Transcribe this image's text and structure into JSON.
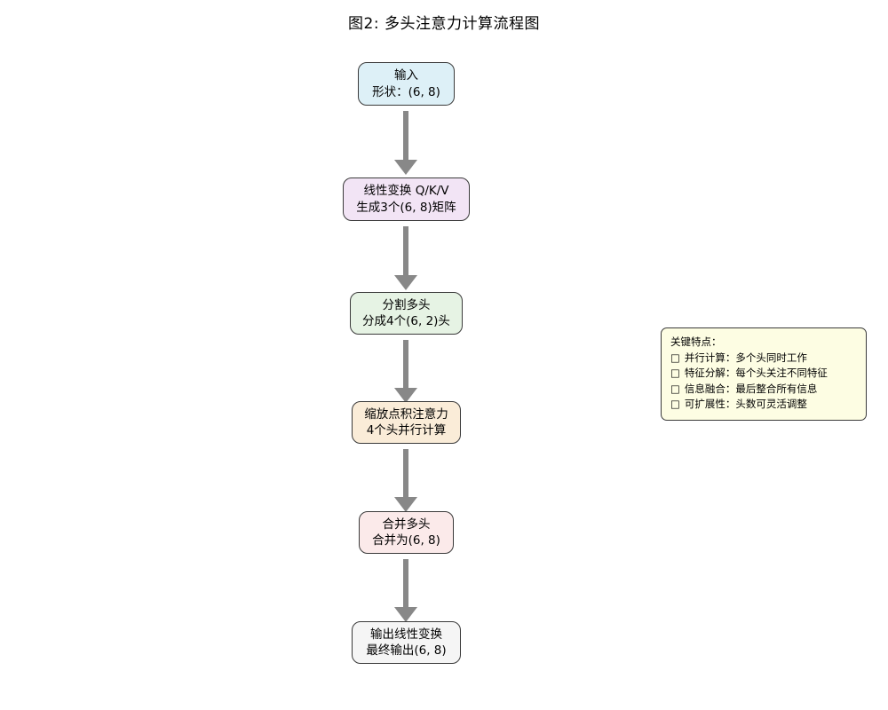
{
  "title": "图2: 多头注意力计算流程图",
  "flow": {
    "nodes": [
      {
        "id": "input",
        "line1": "输入",
        "line2": "形状：(6, 8)",
        "fill": "#ddf0f7"
      },
      {
        "id": "linear-qkv",
        "line1": "线性变换 Q/K/V",
        "line2": "生成3个(6, 8)矩阵",
        "fill": "#f2e4f5"
      },
      {
        "id": "split-heads",
        "line1": "分割多头",
        "line2": "分成4个(6, 2)头",
        "fill": "#e6f3e4"
      },
      {
        "id": "scaled-dot-product-attention",
        "line1": "缩放点积注意力",
        "line2": "4个头并行计算",
        "fill": "#faecd8"
      },
      {
        "id": "merge-heads",
        "line1": "合并多头",
        "line2": "合并为(6, 8)",
        "fill": "#fbeaea"
      },
      {
        "id": "output-linear",
        "line1": "输出线性变换",
        "line2": "最终输出(6, 8)",
        "fill": "#f5f5f5"
      }
    ],
    "arrow_color": "#888888",
    "arrow_count": 5
  },
  "legend": {
    "title": "关键特点：",
    "bullet_glyph": "□",
    "items": [
      {
        "label": "并行计算：",
        "desc": "多个头同时工作"
      },
      {
        "label": "特征分解：",
        "desc": "每个头关注不同特征"
      },
      {
        "label": "信息融合：",
        "desc": "最后整合所有信息"
      },
      {
        "label": "可扩展性：",
        "desc": "头数可灵活调整"
      }
    ],
    "fill": "#fdfde3"
  }
}
